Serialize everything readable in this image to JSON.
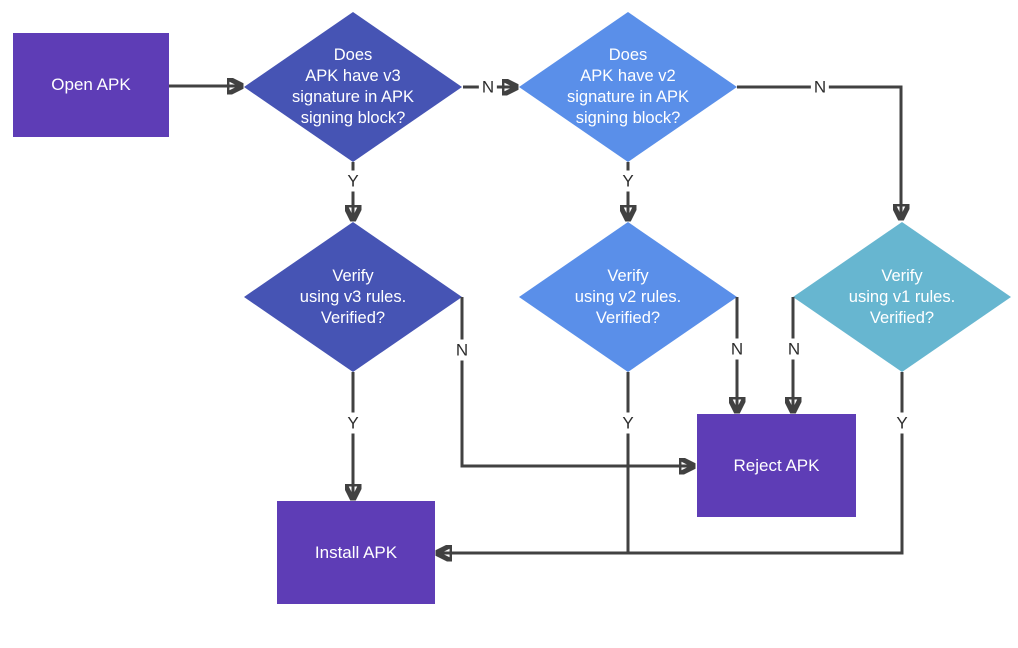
{
  "flowchart": {
    "nodes": {
      "open_apk": {
        "label": "Open APK",
        "shape": "rectangle",
        "fill": "#5e3db6"
      },
      "v3_question": {
        "label": "Does\nAPK have v3\nsignature in APK\nsigning block?",
        "shape": "diamond",
        "fill": "#4654b4"
      },
      "v2_question": {
        "label": "Does\nAPK have v2\nsignature in APK\nsigning block?",
        "shape": "diamond",
        "fill": "#5a8fe9"
      },
      "v3_verify": {
        "label": "Verify\nusing v3 rules.\nVerified?",
        "shape": "diamond",
        "fill": "#4654b4"
      },
      "v2_verify": {
        "label": "Verify\nusing v2 rules.\nVerified?",
        "shape": "diamond",
        "fill": "#5a8fe9"
      },
      "v1_verify": {
        "label": "Verify\nusing v1 rules.\nVerified?",
        "shape": "diamond",
        "fill": "#67b6d0"
      },
      "install_apk": {
        "label": "Install APK",
        "shape": "rectangle",
        "fill": "#5e3db6"
      },
      "reject_apk": {
        "label": "Reject APK",
        "shape": "rectangle",
        "fill": "#5e3db6"
      }
    },
    "edges": [
      {
        "from": "open_apk",
        "to": "v3_question",
        "label": ""
      },
      {
        "from": "v3_question",
        "to": "v2_question",
        "label": "N"
      },
      {
        "from": "v3_question",
        "to": "v3_verify",
        "label": "Y"
      },
      {
        "from": "v2_question",
        "to": "v1_verify",
        "label": "N"
      },
      {
        "from": "v2_question",
        "to": "v2_verify",
        "label": "Y"
      },
      {
        "from": "v3_verify",
        "to": "install_apk",
        "label": "Y"
      },
      {
        "from": "v3_verify",
        "to": "reject_apk",
        "label": "N"
      },
      {
        "from": "v2_verify",
        "to": "install_apk",
        "label": "Y"
      },
      {
        "from": "v2_verify",
        "to": "reject_apk",
        "label": "N"
      },
      {
        "from": "v1_verify",
        "to": "install_apk",
        "label": "Y"
      },
      {
        "from": "v1_verify",
        "to": "reject_apk",
        "label": "N"
      }
    ],
    "colors": {
      "process_fill": "#5e3db6",
      "v3_fill": "#4654b4",
      "v2_fill": "#5a8fe9",
      "v1_fill": "#67b6d0",
      "edge_stroke": "#414141",
      "edge_label_text": "#2d2d2d",
      "node_text": "#ffffff",
      "background": "#ffffff"
    }
  }
}
